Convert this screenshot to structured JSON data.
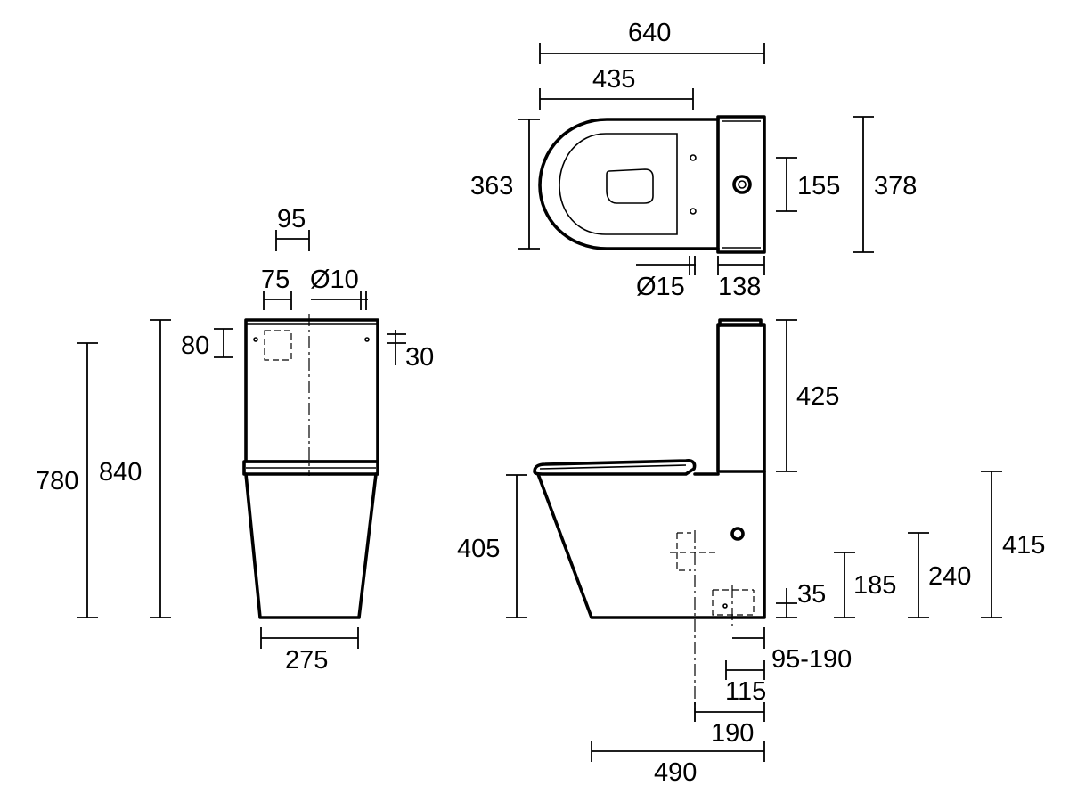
{
  "views": {
    "front": {
      "dims": {
        "total_height": "780",
        "tank_height": "840",
        "flush_offset": "80",
        "button_spacing": "95",
        "button_width": "75",
        "hole_dia": "Ø10",
        "button_depth": "30",
        "base_width": "275"
      }
    },
    "top": {
      "dims": {
        "overall_length": "640",
        "bowl_length": "435",
        "bowl_width": "363",
        "hole_spacing": "155",
        "tank_width": "378",
        "pin_dia": "Ø15",
        "tank_depth": "138"
      }
    },
    "side": {
      "dims": {
        "tank_height": "425",
        "seat_height": "405",
        "inlet_height": "415",
        "waste_centre": "240",
        "waste_upper": "185",
        "waste_lower": "35",
        "setout_range": "95-190",
        "setout_min": "115",
        "setout_max": "190",
        "base_depth": "490"
      }
    }
  }
}
